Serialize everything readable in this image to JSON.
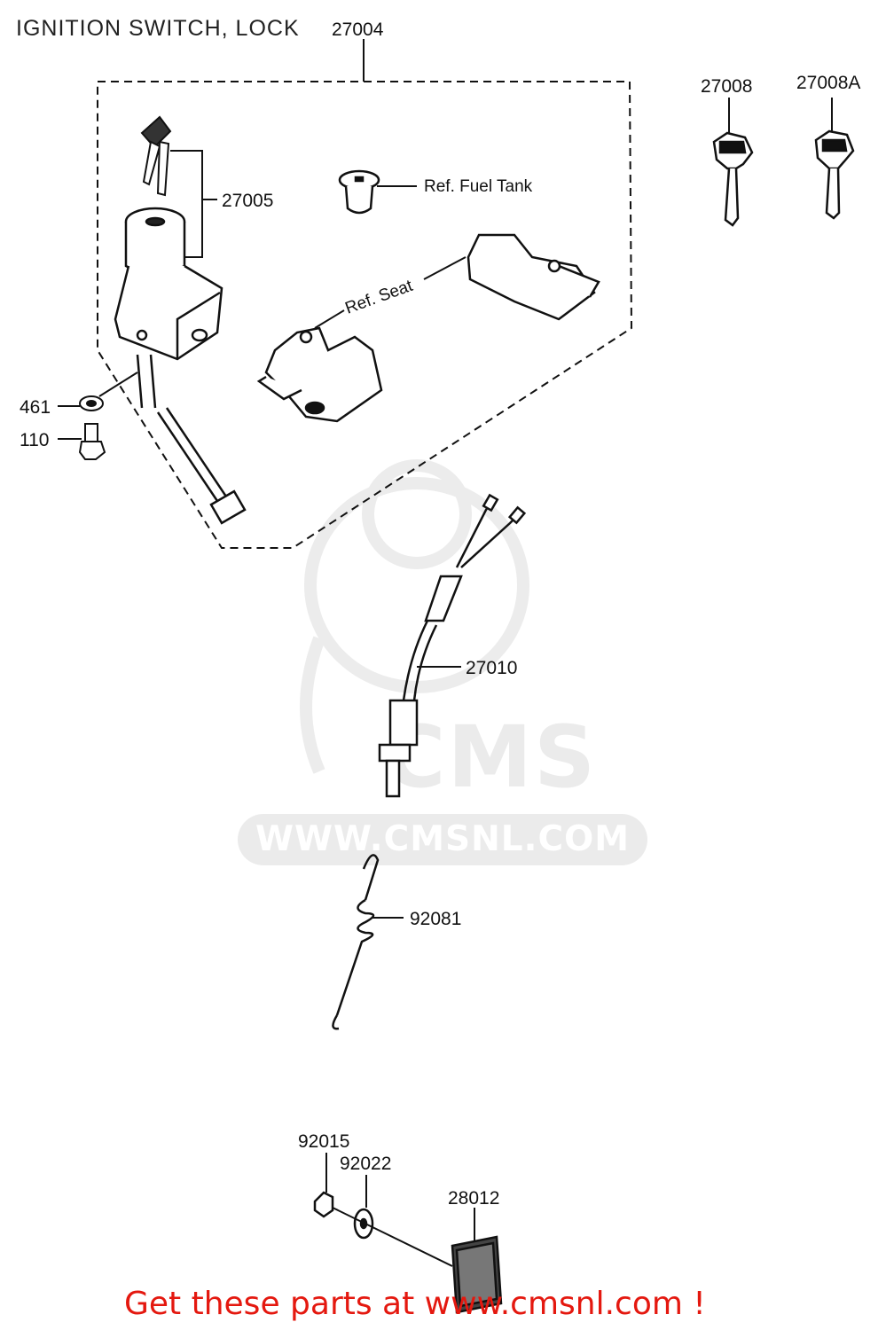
{
  "title": "IGNITION SWITCH, LOCK",
  "callouts": {
    "switch_assy": "27004",
    "lock_set": "27005",
    "key_a": "27008",
    "key_b": "27008A",
    "washer": "461",
    "bolt": "110",
    "cable": "27010",
    "spring": "92081",
    "nut": "92015",
    "washer2": "92022",
    "reflector": "28012"
  },
  "refs": {
    "fuel_tank": "Ref. Fuel Tank",
    "seat": "Ref. Seat"
  },
  "watermark": {
    "brand": "CMS",
    "url": "WWW.CMSNL.COM"
  },
  "cta": "Get these parts at www.cmsnl.com !",
  "colors": {
    "cta": "#e4180f",
    "line": "#111111",
    "watermark": "#ebebeb"
  }
}
